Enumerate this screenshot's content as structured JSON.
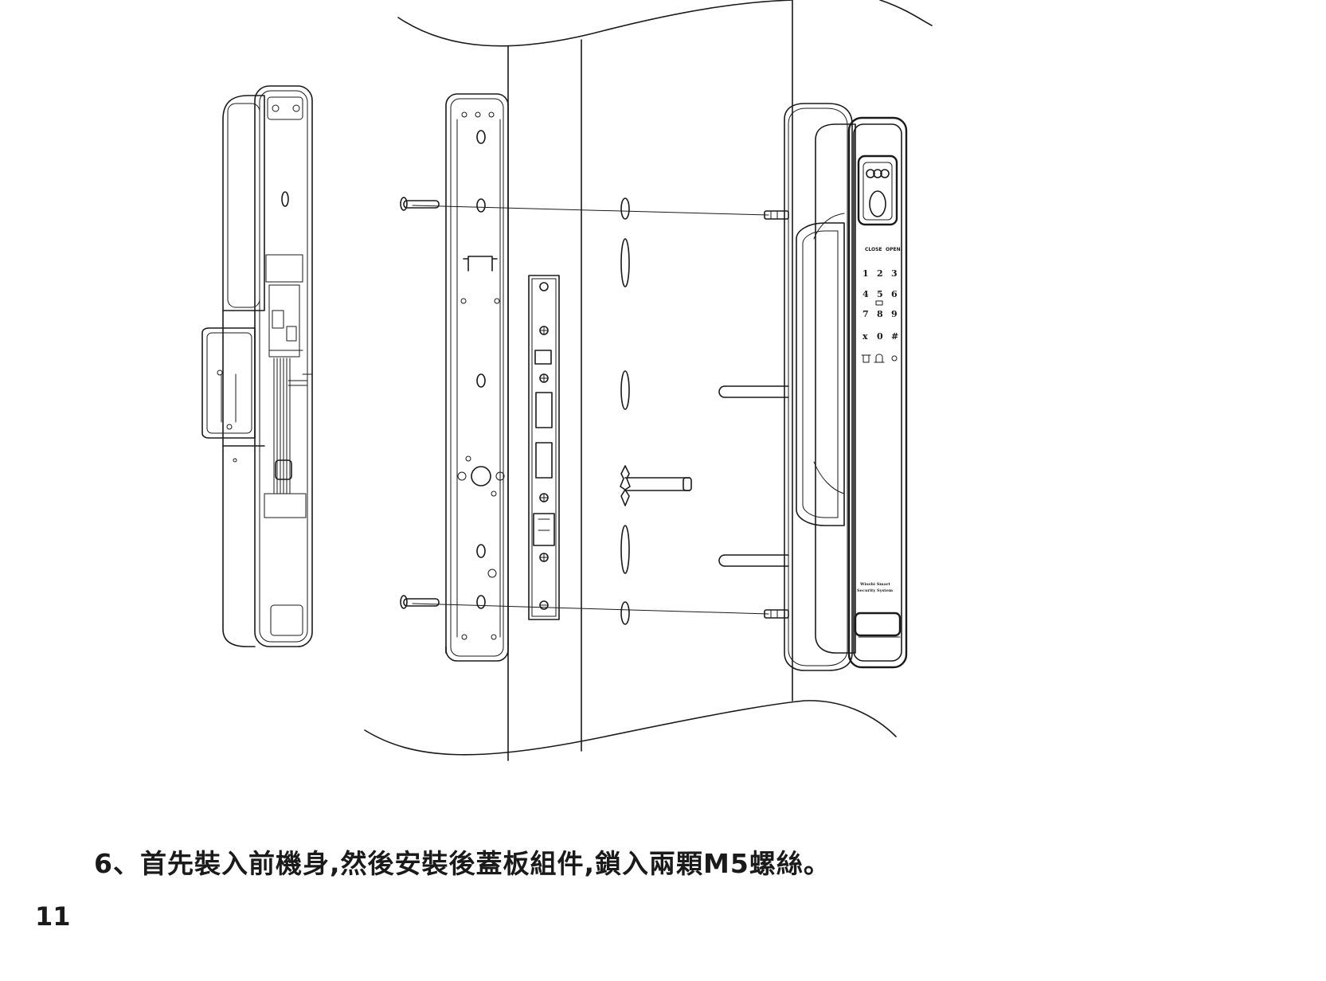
{
  "caption": "6、首先裝入前機身,然後安裝後蓋板組件,鎖入兩顆M5螺絲。",
  "page_number": "11",
  "keypad": {
    "close_label": "CLOSE",
    "open_label": "OPEN",
    "row1": [
      "1",
      "2",
      "3"
    ],
    "row2": [
      "4",
      "5",
      "6"
    ],
    "row3": [
      "7",
      "8",
      "9"
    ],
    "row4": [
      "x",
      "0",
      "#"
    ]
  },
  "brand": {
    "line1": "Wisehi Smart",
    "line2": "Security System"
  }
}
